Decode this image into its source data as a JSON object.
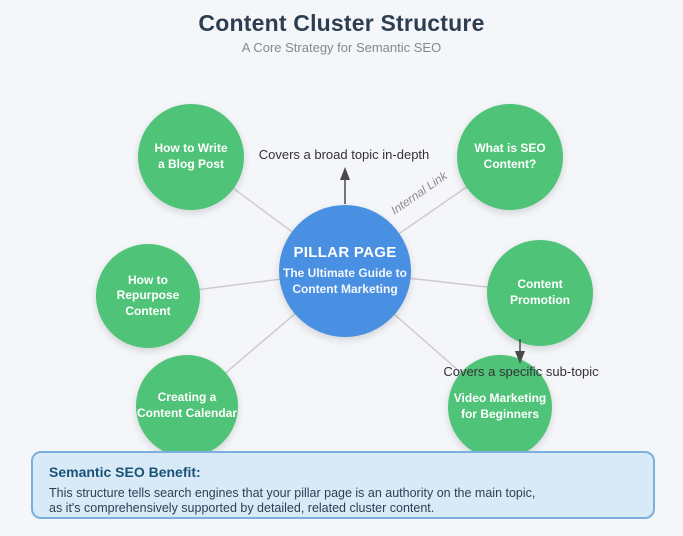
{
  "page": {
    "title": "Content Cluster Structure",
    "subtitle": "A Core Strategy for Semantic SEO"
  },
  "diagram": {
    "pillar": {
      "title": "PILLAR PAGE",
      "subtitle_lines": [
        "The Ultimate Guide to",
        "Content Marketing"
      ]
    },
    "clusters": [
      {
        "id": "how-to-write-a-blog-post",
        "lines": [
          "How to Write",
          "a Blog Post"
        ]
      },
      {
        "id": "what-is-seo-content",
        "lines": [
          "What is SEO",
          "Content?"
        ]
      },
      {
        "id": "how-to-repurpose-content",
        "lines": [
          "How to Repurpose",
          "Content"
        ]
      },
      {
        "id": "content-promotion",
        "lines": [
          "Content",
          "Promotion"
        ]
      },
      {
        "id": "creating-a-content-calendar",
        "lines": [
          "Creating a",
          "Content Calendar"
        ]
      },
      {
        "id": "video-marketing-for-beginners",
        "lines": [
          "Video Marketing",
          "for Beginners"
        ]
      }
    ],
    "annotations": {
      "broad_topic": "Covers a broad topic in-depth",
      "specific_topic": "Covers a specific sub-topic",
      "internal_link": "Internal Link"
    },
    "colors": {
      "pillar": "#4a90e2",
      "cluster": "#4fc377",
      "connector": "#cccccc",
      "arrow": "#4a4a4a",
      "benefit_bg": "#d8eaf8",
      "benefit_border": "#7cafdd"
    }
  },
  "benefit": {
    "heading": "Semantic SEO Benefit:",
    "body_lines": [
      "This structure tells search engines that your pillar page is an authority on the main topic,",
      "as it's comprehensively supported by detailed, related cluster content."
    ]
  }
}
